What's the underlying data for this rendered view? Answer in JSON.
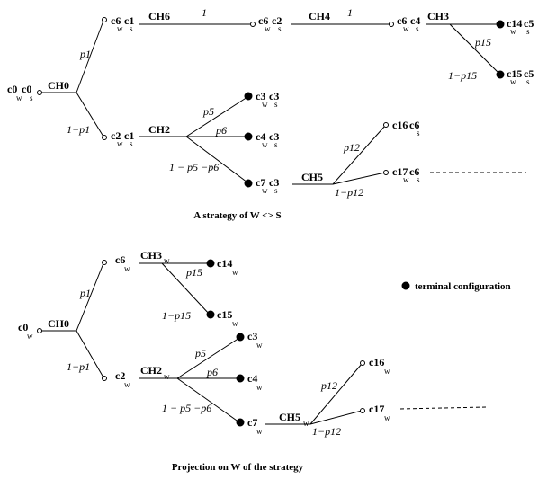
{
  "strategy": {
    "nodes": {
      "root": {
        "main": "c0",
        "sub1": "w",
        "second": "c0",
        "sub2": "s"
      },
      "n1": {
        "main": "c6",
        "sub1": "w",
        "second": "c1",
        "sub2": "s"
      },
      "n2": {
        "main": "c2",
        "sub1": "w",
        "second": "c1",
        "sub2": "s"
      },
      "n3": {
        "main": "c6",
        "sub1": "w",
        "second": "c2",
        "sub2": "s"
      },
      "n4": {
        "main": "c6",
        "sub1": "w",
        "second": "c4",
        "sub2": "s"
      },
      "n5": {
        "main": "c14",
        "sub1": "w",
        "second": "c5",
        "sub2": "s"
      },
      "n6": {
        "main": "c15",
        "sub1": "w",
        "second": "c5",
        "sub2": "s"
      },
      "n7": {
        "main": "c3",
        "sub1": "w",
        "second": "c3",
        "sub2": "s"
      },
      "n8": {
        "main": "c4",
        "sub1": "w",
        "second": "c3",
        "sub2": "s"
      },
      "n9": {
        "main": "c7",
        "sub1": "w",
        "second": "c3",
        "sub2": "s"
      },
      "n10": {
        "main": "c16",
        "sub1": "",
        "second": "c6",
        "sub2": "s"
      },
      "n11": {
        "main": "c17",
        "sub1": "w",
        "second": "c6",
        "sub2": "s"
      }
    },
    "channels": {
      "ch0": "CH0",
      "ch6": "CH6",
      "ch4": "CH4",
      "ch3": "CH3",
      "ch2": "CH2",
      "ch5": "CH5"
    },
    "probs": {
      "p1": "p1",
      "one_minus_p1": "1−p1",
      "one_a": "1",
      "one_b": "1",
      "p15": "p15",
      "one_minus_p15": "1−p15",
      "p5": "p5",
      "p6": "p6",
      "one_minus_p5_p6": "1 − p5 −p6",
      "p12": "p12",
      "one_minus_p12": "1−p12"
    },
    "caption": "A strategy of W <> S"
  },
  "legend": {
    "label": "terminal configuration"
  },
  "projection": {
    "nodes": {
      "root": {
        "main": "c0",
        "sub": "w"
      },
      "n1": {
        "main": "c6",
        "sub": "w"
      },
      "n2": {
        "main": "c2",
        "sub": "w"
      },
      "n3": {
        "main": "c14",
        "sub": "w"
      },
      "n4": {
        "main": "c15",
        "sub": "w"
      },
      "n5": {
        "main": "c3",
        "sub": "w"
      },
      "n6": {
        "main": "c4",
        "sub": "w"
      },
      "n7": {
        "main": "c7",
        "sub": "w"
      },
      "n8": {
        "main": "c16",
        "sub": "w"
      },
      "n9": {
        "main": "c17",
        "sub": "w"
      }
    },
    "channels": {
      "ch0": "CH0",
      "ch3": "CH3",
      "ch3_sub": "w",
      "ch2": "CH2",
      "ch2_sub": "w",
      "ch5": "CH5",
      "ch5_sub": "w"
    },
    "probs": {
      "p1": "p1",
      "one_minus_p1": "1−p1",
      "p15": "p15",
      "one_minus_p15": "1−p15",
      "p5": "p5",
      "p6": "p6",
      "one_minus_p5_p6": "1 − p5 −p6",
      "p12": "p12",
      "one_minus_p12": "1−p12"
    },
    "caption": "Projection on W of the strategy"
  }
}
